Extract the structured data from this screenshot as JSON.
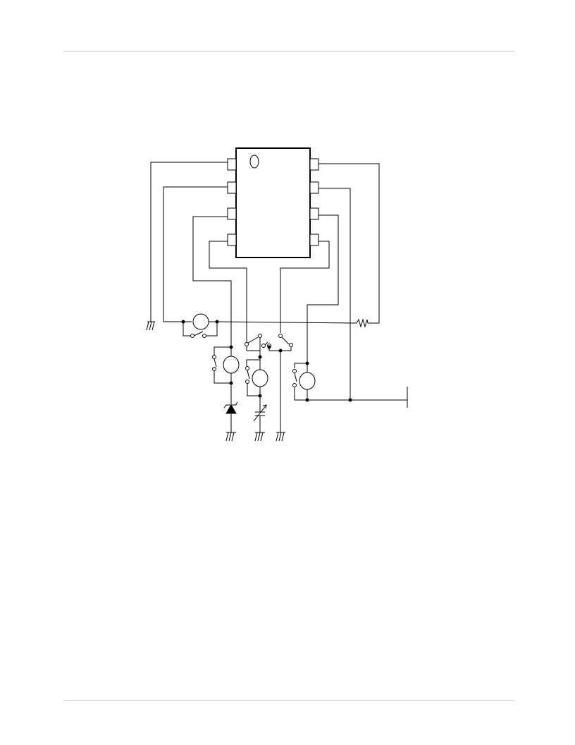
{
  "page": {
    "header_rule": true,
    "footer_rule": true
  },
  "figure": {
    "kind": "schematic",
    "components": [
      {
        "id": "U1",
        "type": "ic-dip8",
        "pins": 8
      },
      {
        "id": "M1",
        "type": "meter"
      },
      {
        "id": "M2",
        "type": "meter"
      },
      {
        "id": "M3",
        "type": "meter"
      },
      {
        "id": "M4",
        "type": "meter"
      },
      {
        "id": "S1",
        "type": "switch-spst"
      },
      {
        "id": "S2",
        "type": "switch-spst"
      },
      {
        "id": "S3",
        "type": "switch-spst"
      },
      {
        "id": "S4",
        "type": "switch-spst"
      },
      {
        "id": "S5",
        "type": "switch-spdt"
      },
      {
        "id": "S6",
        "type": "switch-spdt"
      },
      {
        "id": "R1",
        "type": "resistor"
      },
      {
        "id": "D1",
        "type": "zener-diode"
      },
      {
        "id": "C1",
        "type": "variable-capacitor"
      },
      {
        "id": "GND",
        "type": "ground",
        "count": 4
      }
    ]
  },
  "colors": {
    "ink": "#000000",
    "rule": "#c4c4c4"
  }
}
